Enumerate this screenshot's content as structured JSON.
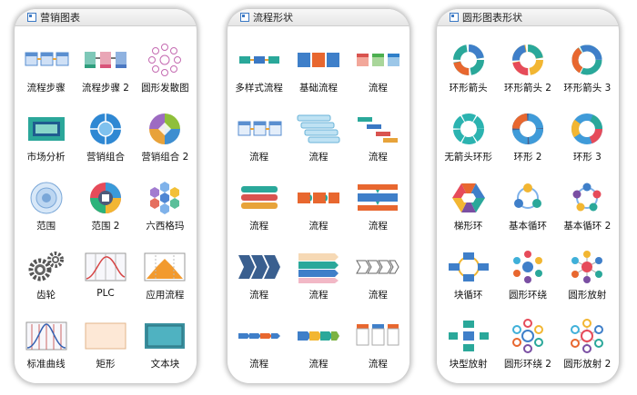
{
  "panels": [
    {
      "title": "营销图表",
      "items": [
        {
          "label": "流程步骤",
          "icon": "process-steps-icon"
        },
        {
          "label": "流程步骤 2",
          "icon": "process-steps-2-icon"
        },
        {
          "label": "圆形发散图",
          "icon": "circular-diverge-icon"
        },
        {
          "label": "市场分析",
          "icon": "market-analysis-icon"
        },
        {
          "label": "营销组合",
          "icon": "marketing-mix-icon"
        },
        {
          "label": "营销组合 2",
          "icon": "marketing-mix-2-icon"
        },
        {
          "label": "范围",
          "icon": "scope-icon"
        },
        {
          "label": "范围 2",
          "icon": "scope-2-icon"
        },
        {
          "label": "六西格玛",
          "icon": "six-sigma-icon"
        },
        {
          "label": "齿轮",
          "icon": "gear-icon"
        },
        {
          "label": "PLC",
          "icon": "plc-chart-icon"
        },
        {
          "label": "应用流程",
          "icon": "application-flow-icon"
        },
        {
          "label": "标准曲线",
          "icon": "standard-curve-icon"
        },
        {
          "label": "矩形",
          "icon": "rectangle-icon"
        },
        {
          "label": "文本块",
          "icon": "text-block-icon"
        }
      ]
    },
    {
      "title": "流程形状",
      "items": [
        {
          "label": "多样式流程",
          "icon": "multi-style-process-icon"
        },
        {
          "label": "基础流程",
          "icon": "basic-process-icon"
        },
        {
          "label": "流程",
          "icon": "process-icon-1"
        },
        {
          "label": "流程",
          "icon": "process-icon-2"
        },
        {
          "label": "流程",
          "icon": "process-icon-3"
        },
        {
          "label": "流程",
          "icon": "process-icon-4"
        },
        {
          "label": "流程",
          "icon": "process-icon-5"
        },
        {
          "label": "流程",
          "icon": "process-icon-6"
        },
        {
          "label": "流程",
          "icon": "process-icon-7"
        },
        {
          "label": "流程",
          "icon": "process-icon-8"
        },
        {
          "label": "流程",
          "icon": "process-icon-9"
        },
        {
          "label": "流程",
          "icon": "process-icon-10"
        },
        {
          "label": "流程",
          "icon": "process-icon-11"
        },
        {
          "label": "流程",
          "icon": "process-icon-12"
        },
        {
          "label": "流程",
          "icon": "process-icon-13"
        }
      ]
    },
    {
      "title": "圆形图表形状",
      "items": [
        {
          "label": "环形箭头",
          "icon": "ring-arrow-icon"
        },
        {
          "label": "环形箭头 2",
          "icon": "ring-arrow-2-icon"
        },
        {
          "label": "环形箭头 3",
          "icon": "ring-arrow-3-icon"
        },
        {
          "label": "无箭头环形",
          "icon": "ring-no-arrow-icon"
        },
        {
          "label": "环形 2",
          "icon": "ring-2-icon"
        },
        {
          "label": "环形 3",
          "icon": "ring-3-icon"
        },
        {
          "label": "梯形环",
          "icon": "trapezoid-ring-icon"
        },
        {
          "label": "基本循环",
          "icon": "basic-cycle-icon"
        },
        {
          "label": "基本循环 2",
          "icon": "basic-cycle-2-icon"
        },
        {
          "label": "块循环",
          "icon": "block-cycle-icon"
        },
        {
          "label": "圆形环绕",
          "icon": "circular-surround-icon"
        },
        {
          "label": "圆形放射",
          "icon": "circular-radial-icon"
        },
        {
          "label": "块型放射",
          "icon": "block-radial-icon"
        },
        {
          "label": "圆形环绕 2",
          "icon": "circular-surround-2-icon"
        },
        {
          "label": "圆形放射 2",
          "icon": "circular-radial-2-icon"
        }
      ]
    }
  ]
}
